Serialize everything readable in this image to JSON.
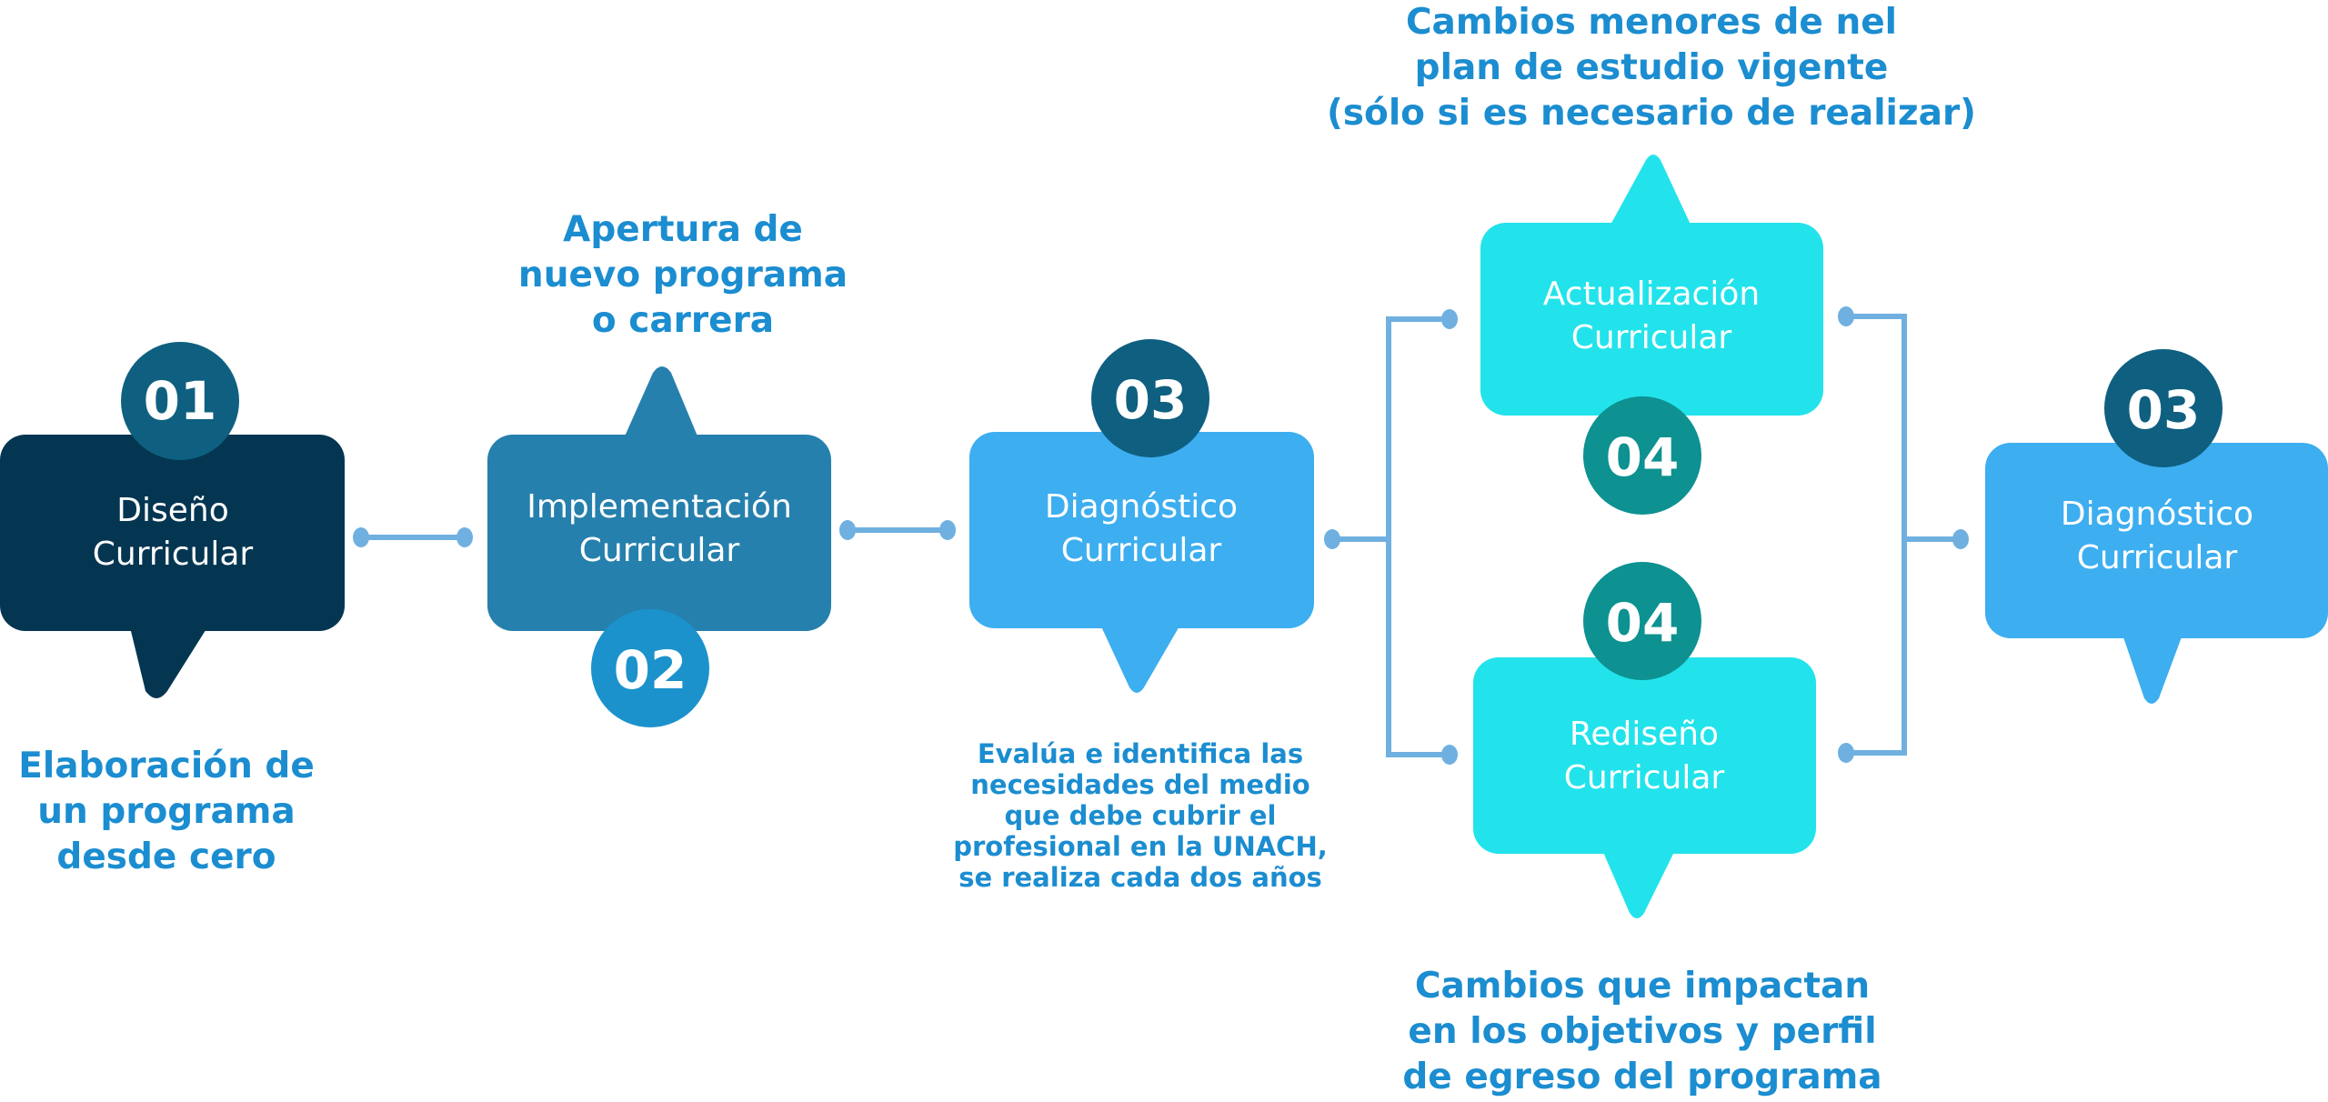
{
  "colors": {
    "box_1": "#043652",
    "circle_1": "#0f6080",
    "box_2": "#2680ad",
    "circle_2": "#1b92cc",
    "box_3": "#3daef0",
    "circle_3": "#0f5f80",
    "box_4": "#22e3eb",
    "circle_4": "#0d9191",
    "connector": "#6fb0e0",
    "note_text": "#1b8dd0"
  },
  "steps": [
    {
      "number": "01",
      "label_line1": "Diseño",
      "label_line2": "Curricular"
    },
    {
      "number": "02",
      "label_line1": "Implementación",
      "label_line2": "Curricular"
    },
    {
      "number": "03",
      "label_line1": "Diagnóstico",
      "label_line2": "Curricular"
    },
    {
      "number": "04",
      "label_line1": "Actualización",
      "label_line2": "Curricular"
    },
    {
      "number": "04",
      "label_line1": "Rediseño",
      "label_line2": "Curricular"
    },
    {
      "number": "03",
      "label_line1": "Diagnóstico",
      "label_line2": "Curricular"
    }
  ],
  "notes": {
    "design": [
      "Elaboración de",
      "un programa",
      "desde cero"
    ],
    "implementation": [
      "Apertura de",
      "nuevo programa",
      "o carrera"
    ],
    "diagnosis": [
      "Evalúa e identifica las",
      "necesidades del medio",
      "que debe cubrir el",
      "profesional en la UNACH,",
      "se realiza cada dos años"
    ],
    "update": [
      "Cambios menores de nel",
      "plan de estudio vigente",
      "(sólo si es necesario de realizar)"
    ],
    "redesign": [
      "Cambios que impactan",
      "en los objetivos y perfil",
      "de egreso del programa"
    ]
  }
}
